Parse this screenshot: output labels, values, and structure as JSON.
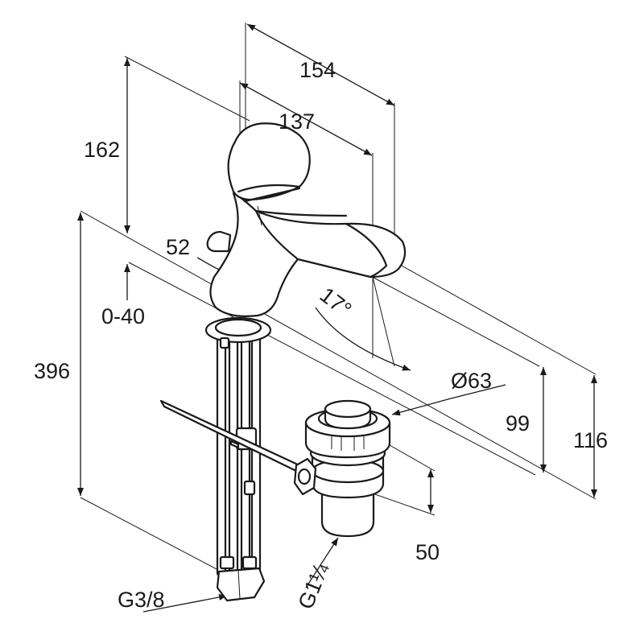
{
  "dimensions": {
    "total_height": "396",
    "height_162": "162",
    "adjust_range": "0-40",
    "depth_154": "154",
    "depth_137": "137",
    "base_52": "52",
    "angle": "17°",
    "diameter": "Ø63",
    "height_99": "99",
    "height_116": "116",
    "waste_50": "50",
    "thread_supply": "G3/8",
    "thread_waste": "G1¼"
  },
  "colors": {
    "line": "#1a1a1a",
    "background": "#ffffff"
  }
}
